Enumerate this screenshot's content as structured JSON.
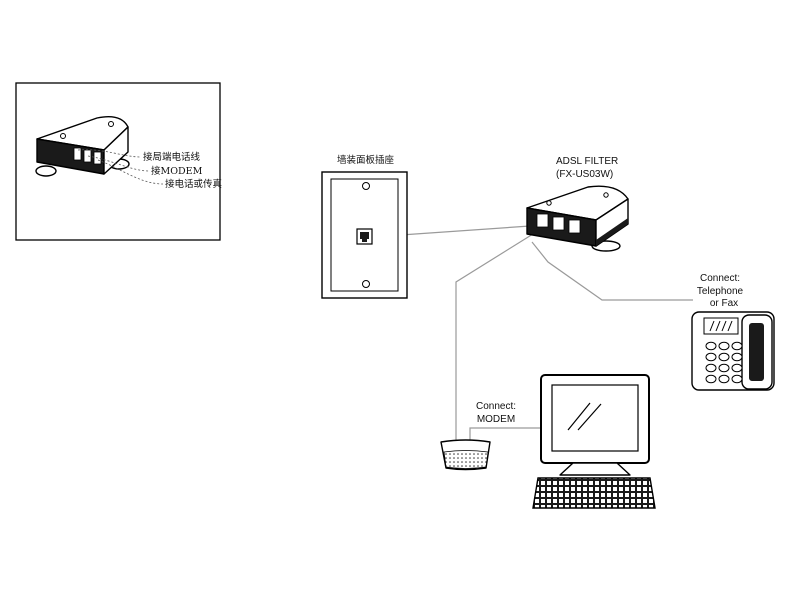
{
  "inset": {
    "labels": {
      "line_in": "接局端电话线",
      "modem": "接MODEM",
      "phone": "接电话或传真"
    }
  },
  "wall_plate": {
    "label": "墙装面板插座"
  },
  "filter": {
    "name": "ADSL FILTER",
    "model": "(FX-US03W)"
  },
  "telephone": {
    "connect": "Connect:",
    "line1": "Telephone",
    "line2": "or Fax"
  },
  "modem": {
    "connect": "Connect:",
    "label": "MODEM"
  }
}
